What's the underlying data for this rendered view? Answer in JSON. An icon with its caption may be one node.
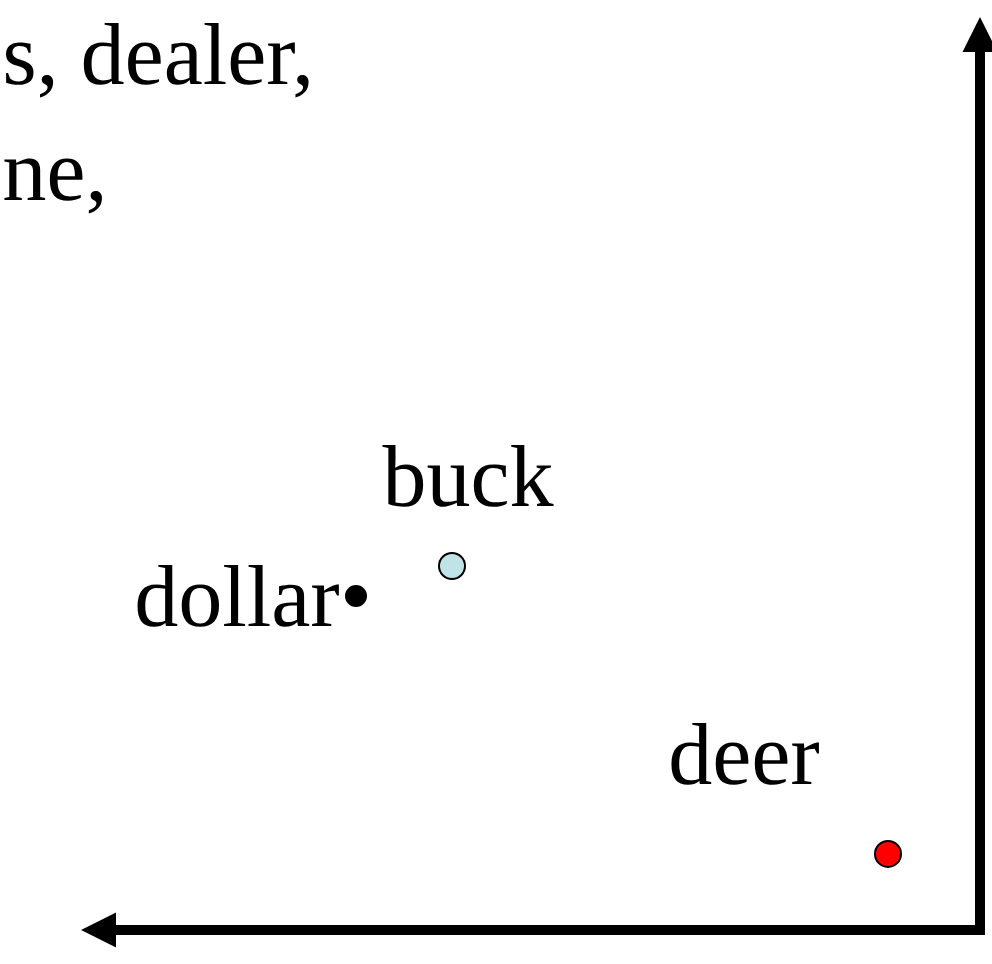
{
  "diagram": {
    "nodes": [
      {
        "text": [],
        "shape": "circle",
        "beside": [
          "dollar"
        ]
      },
      {
        "text": [],
        "shape": "circle",
        "beside": [
          "buck"
        ]
      },
      {
        "text": [],
        "shape": "circle",
        "beside": [
          "deer"
        ]
      }
    ],
    "labels": [
      "s, dealer,",
      "ne,"
    ]
  }
}
